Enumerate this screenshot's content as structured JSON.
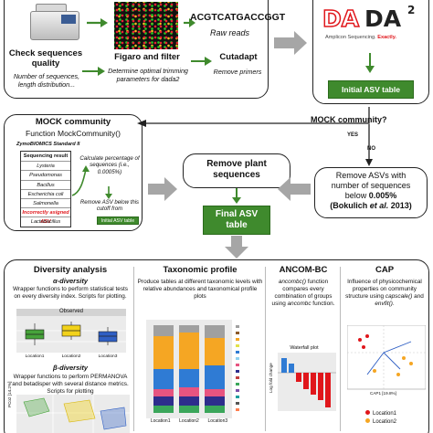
{
  "top": {
    "sequence_text": "ACGTCATGACCGGT",
    "raw_reads": "Raw reads",
    "check_title": "Check sequences quality",
    "check_desc": "Number of sequences, length distribution...",
    "figaro_title": "Figaro and filter",
    "figaro_desc": "Determine optimal trimming parameters for dada2",
    "cutadapt_title": "Cutadapt",
    "cutadapt_desc": "Remove primers"
  },
  "dada2": {
    "logo_da": "DA",
    "logo_da2": "DA",
    "logo_sup": "2",
    "tagline_a": "Amplicon Sequencing.",
    "tagline_b": "Exactly.",
    "initial_asv": "Initial ASV table"
  },
  "mock": {
    "title": "MOCK community",
    "function": "Function MockCommunity()",
    "standard": "ZymoBIOMICS Standard II",
    "table": [
      "Sequencing result",
      "Lysteria",
      "Pseudomonas",
      "Bacillus",
      "Escherichia coli",
      "Salmonella",
      "Incorrectly asigned ASV",
      "Lactobacillus"
    ],
    "calc": "Calculate percentage of sequences (i.e., 0.0005%)",
    "remove_below": "Remove ASV below this cutoff from",
    "initial_asv_small": "Initial ASV table"
  },
  "decision": {
    "question": "MOCK community?",
    "yes": "YES",
    "no": "NO"
  },
  "middle": {
    "remove_asvs_1": "Remove ASVs with",
    "remove_asvs_2": "number of sequences",
    "remove_asvs_3a": "below ",
    "remove_asvs_3b": "0.005%",
    "remove_asvs_4a": "(Bokulich ",
    "remove_asvs_4b": "et al.",
    "remove_asvs_4c": " 2013)",
    "remove_plant": "Remove plant sequences",
    "final_asv": "Final ASV table"
  },
  "bottom": {
    "diversity_title": "Diversity analysis",
    "alpha": "α-diversity",
    "alpha_desc": "Wrapper functions to perform statistical tests on every diversity index. Scripts for plotting.",
    "observed": "Observed",
    "loc_labels": [
      "Location1",
      "Location2",
      "Location3"
    ],
    "beta": "β-diversity",
    "beta_desc": "Wrapper functions to perform PERMANOVA and betadisper with several distance metrics. Scripts for plotting",
    "pcoa_axis": "PCo2 [14.2%]",
    "taxo_title": "Taxonomic profile",
    "taxo_desc": "Produce tables at different taxonomic levels with relative abundances and taxonomical profile plots",
    "ancom_title": "ANCOM-BC",
    "ancom_desc_a": "ancombc()",
    "ancom_desc_b": " function compares every combination of groups using ",
    "ancom_desc_c": "ancombc",
    "ancom_desc_d": " function.",
    "waterfall": "Waterfall plot",
    "logfold": "Log fold change",
    "cap_title": "CAP",
    "cap_desc_a": "Influence of physicochemical properties on community structure using ",
    "cap_desc_b": "capscale()",
    "cap_desc_c": " and ",
    "cap_desc_d": "envfit()",
    "cap_desc_e": ".",
    "cap_axis": "CAP1 [19.8%]",
    "cap_legend": [
      "Location1",
      "Location2"
    ]
  },
  "colors": {
    "green": "#3f8a2d",
    "red": "#e0161b",
    "gray_arrow": "#a6a6a6"
  }
}
